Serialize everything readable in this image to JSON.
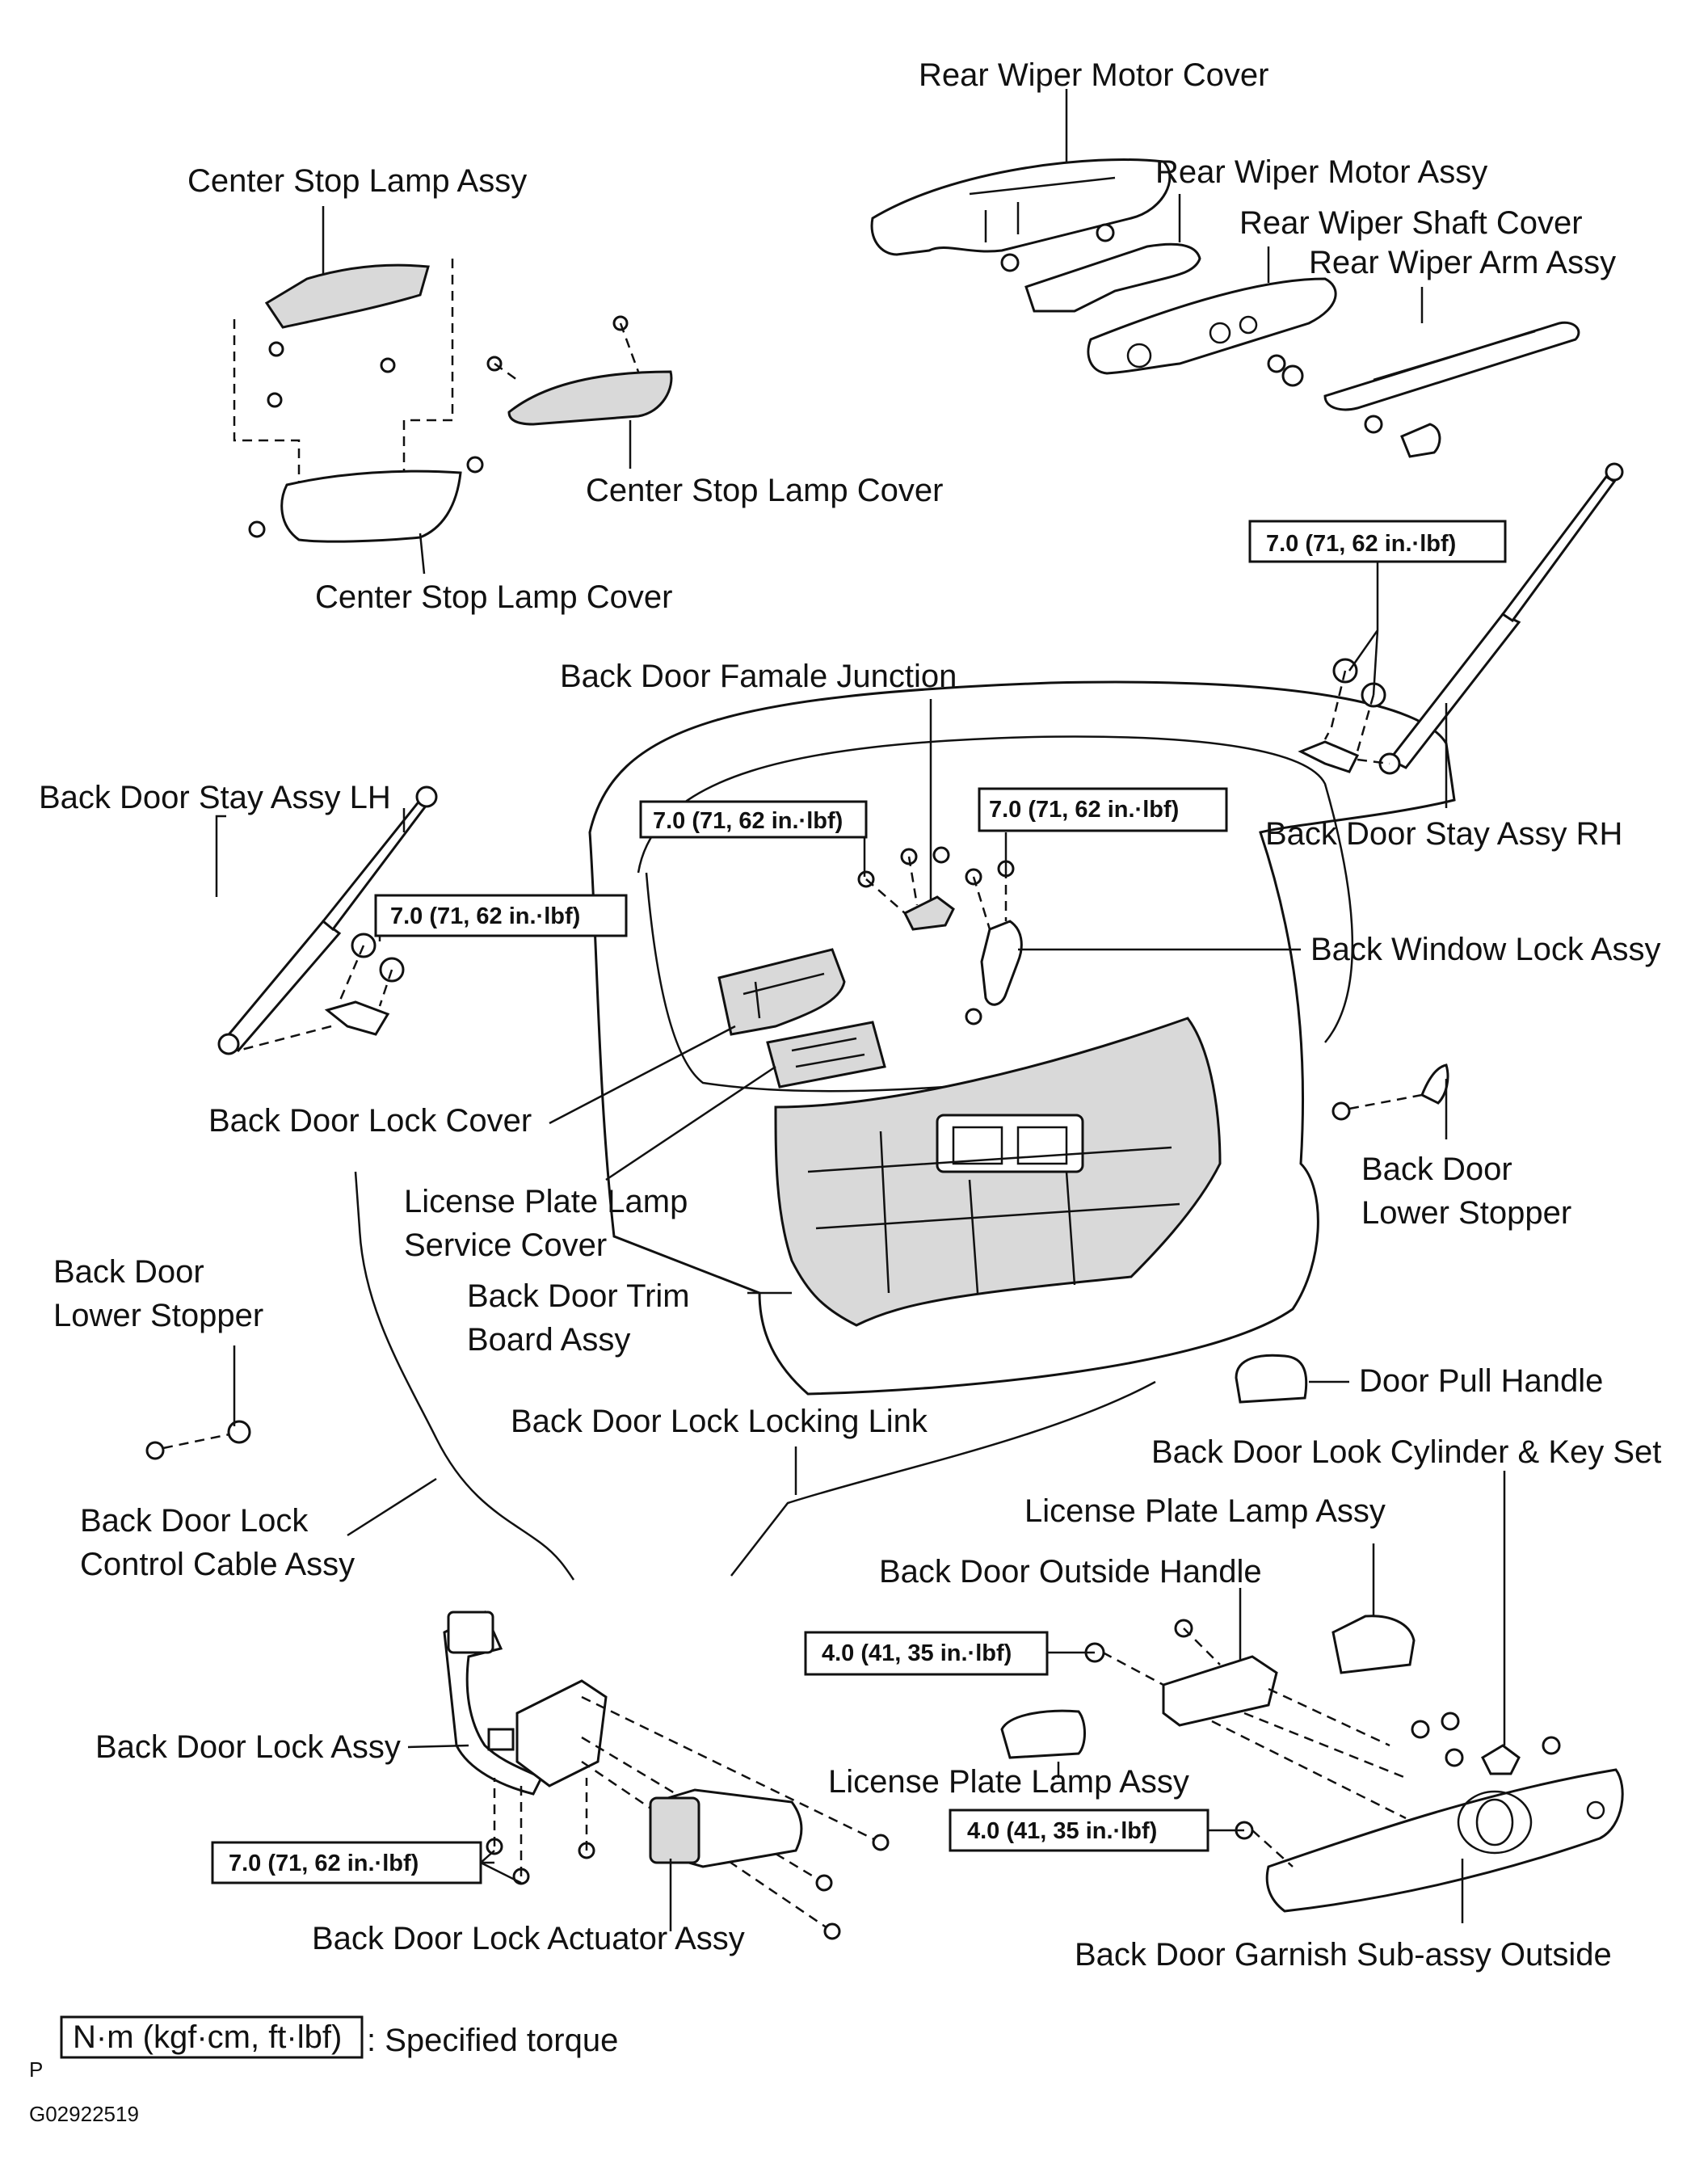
{
  "labels": {
    "rear_wiper_motor_cover": "Rear Wiper Motor Cover",
    "rear_wiper_motor_assy": "Rear Wiper Motor Assy",
    "rear_wiper_shaft_cover": "Rear Wiper Shaft Cover",
    "rear_wiper_arm_assy": "Rear Wiper Arm Assy",
    "center_stop_lamp_assy": "Center Stop Lamp Assy",
    "center_stop_lamp_cover_right": "Center Stop Lamp Cover",
    "center_stop_lamp_cover_bottom": "Center Stop Lamp Cover",
    "back_door_stay_assy_rh": "Back Door Stay Assy RH",
    "back_door_female_junction": "Back Door Famale Junction",
    "back_door_stay_assy_lh": "Back Door Stay Assy LH",
    "back_window_lock_assy": "Back Window Lock Assy",
    "back_door_lock_cover": "Back Door Lock Cover",
    "back_door_lower_stopper_right_1": "Back Door",
    "back_door_lower_stopper_right_2": "Lower Stopper",
    "license_plate_lamp_service_cover_1": "License Plate Lamp",
    "license_plate_lamp_service_cover_2": "Service Cover",
    "back_door_lower_stopper_left_1": "Back Door",
    "back_door_lower_stopper_left_2": "Lower Stopper",
    "back_door_trim_board_assy_1": "Back Door Trim",
    "back_door_trim_board_assy_2": "Board Assy",
    "door_pull_handle": "Door Pull Handle",
    "back_door_lock_locking_link": "Back Door Lock Locking Link",
    "back_door_lock_cylinder_key_set": "Back Door Look Cylinder & Key Set",
    "back_door_lock_control_cable_assy_1": "Back Door Lock",
    "back_door_lock_control_cable_assy_2": "Control Cable Assy",
    "license_plate_lamp_assy_upper": "License Plate Lamp Assy",
    "back_door_outside_handle": "Back Door Outside Handle",
    "back_door_lock_assy": "Back Door Lock Assy",
    "license_plate_lamp_assy_lower": "License Plate Lamp Assy",
    "back_door_lock_actuator_assy": "Back Door Lock Actuator Assy",
    "back_door_garnish_sub_assy_outside": "Back Door Garnish Sub-assy Outside"
  },
  "torques": {
    "stay_rh": "7.0 (71, 62 in.·lbf)",
    "junction": "7.0 (71, 62 in.·lbf)",
    "window_lock": "7.0 (71, 62 in.·lbf)",
    "stay_lh": "7.0 (71, 62 in.·lbf)",
    "outside_handle": "4.0 (41, 35 in.·lbf)",
    "garnish": "4.0 (41, 35 in.·lbf)",
    "lock_assy": "7.0 (71, 62 in.·lbf)"
  },
  "legend": {
    "unit": "N·m (kgf·cm, ft·lbf)",
    "description": ": Specified torque",
    "mark": "P"
  },
  "figure_id": "G02922519"
}
